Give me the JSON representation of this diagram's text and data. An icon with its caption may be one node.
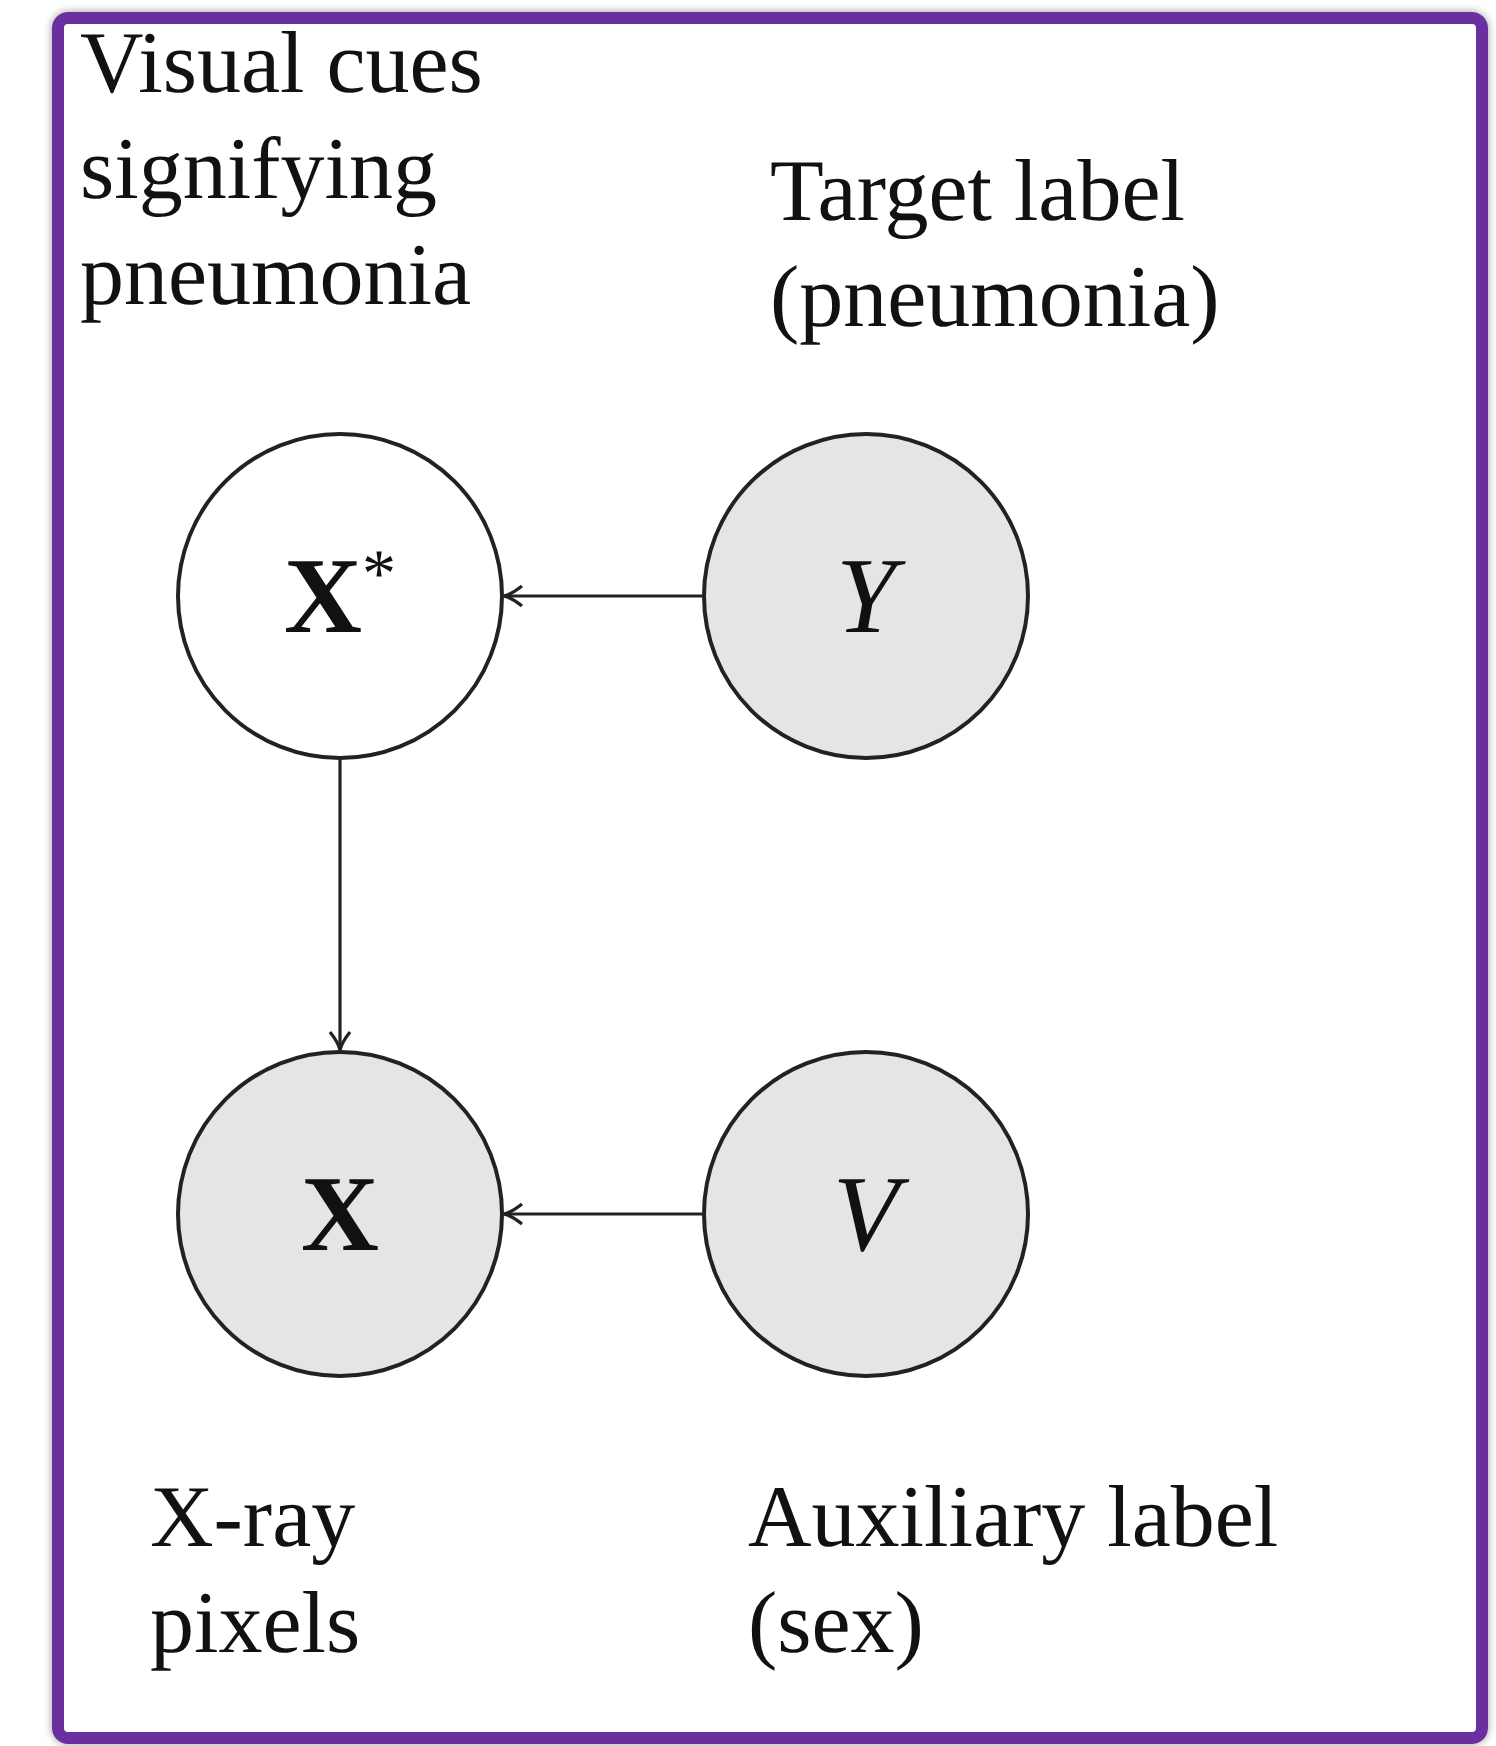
{
  "diagram": {
    "nodes": [
      {
        "text": [
          "**X**$^{*}$"
        ],
        "beside": [
          "Visual cues signifying pneumonia"
        ]
      },
      {
        "text": [
          "Y"
        ],
        "beside": [
          "Target label (pneumonia)"
        ]
      },
      {
        "text": [
          "X"
        ],
        "beside": [
          "X-ray pixels"
        ]
      },
      {
        "text": [
          "V"
        ],
        "beside": [
          "Auxiliary label (sex)"
        ]
      }
    ],
    "edges": [
      {
        "from": 1,
        "to": 0,
        "arrow": "to"
      },
      {
        "from": 0,
        "to": 2,
        "arrow": "to"
      },
      {
        "from": 3,
        "to": 2,
        "arrow": "to"
      }
    ]
  }
}
